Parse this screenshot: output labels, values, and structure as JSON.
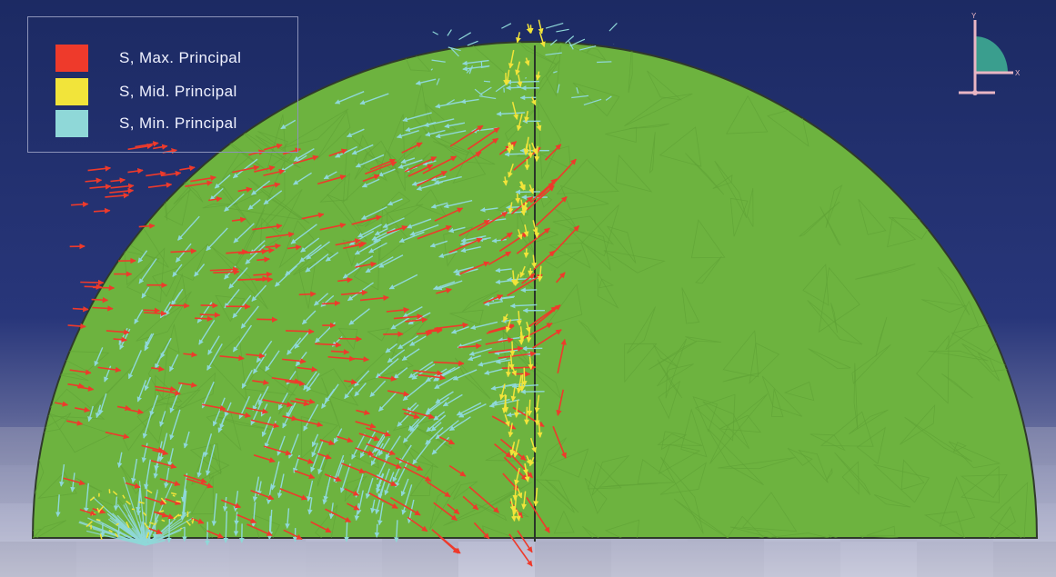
{
  "viewport": {
    "background_top": "#1c2a63",
    "background_bottom": "#c6c8d8",
    "model_color": "#6db33f",
    "mesh_line_color": "#5fa236",
    "outline_color": "#2f3a2a"
  },
  "legend": {
    "items": [
      {
        "label": "S, Max. Principal",
        "color": "#ee3a2b"
      },
      {
        "label": "S, Mid. Principal",
        "color": "#f2e43a"
      },
      {
        "label": "S, Min. Principal",
        "color": "#8fd8d8"
      }
    ]
  },
  "triad": {
    "y_label": "Y",
    "x_label": "X",
    "color": "#e9b6c4",
    "face_color": "#3a9e8e"
  },
  "vector_colors": {
    "max": "#ee3a2b",
    "mid": "#f2e43a",
    "min": "#8fd8d8"
  }
}
